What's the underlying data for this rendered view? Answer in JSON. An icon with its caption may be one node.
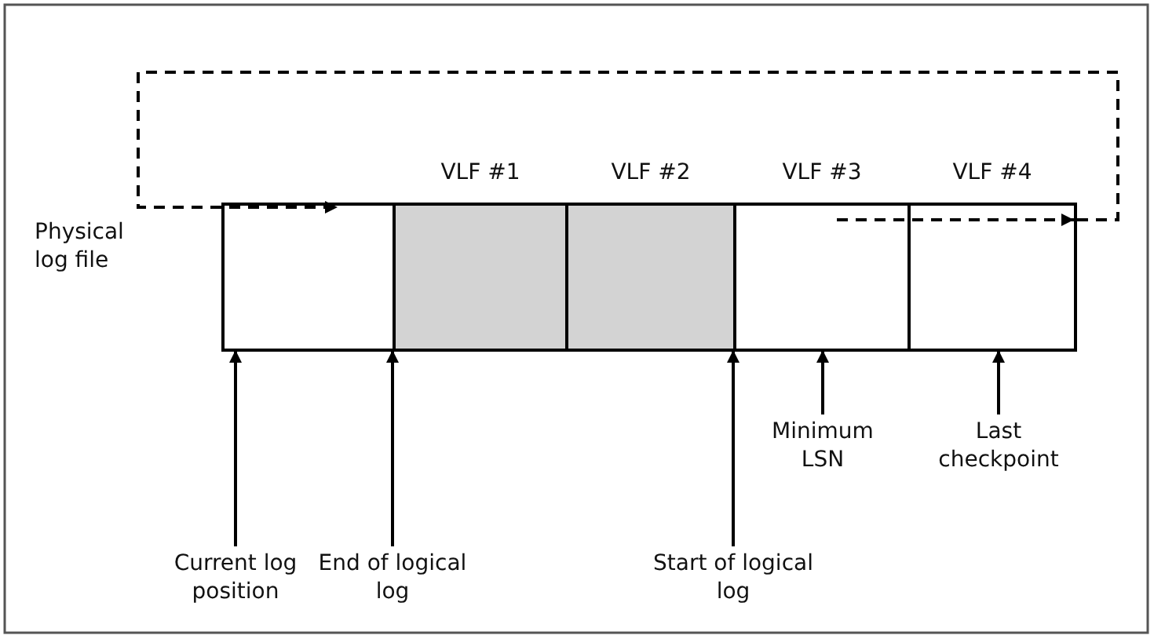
{
  "diagram": {
    "nodes": [
      {
        "text": [],
        "shape": "box"
      },
      {
        "text": [
          "VLF #1"
        ]
      },
      {
        "text": [
          "VLF #2"
        ]
      },
      {
        "text": [
          "VLF #3"
        ]
      },
      {
        "text": [
          "VLF #4"
        ]
      },
      {
        "text": [
          "Current log position"
        ]
      },
      {
        "text": [
          "End of logical log"
        ]
      },
      {
        "text": [
          "Start of logical log"
        ]
      },
      {
        "text": [
          "Minimum LSN"
        ]
      },
      {
        "text": [
          "Last checkpoint"
        ]
      }
    ],
    "edges": [
      {
        "from": 5,
        "to": 0,
        "arrow": "to"
      },
      {
        "from": 6,
        "to": 0,
        "arrow": "to"
      },
      {
        "from": 7,
        "to": 2,
        "arrow": "to"
      },
      {
        "from": 8,
        "to": 3,
        "arrow": "to"
      },
      {
        "from": 9,
        "to": 4,
        "arrow": "to"
      },
      {
        "from": 3,
        "to": 4,
        "arrow": "to",
        "style": "dashed"
      },
      {
        "from": 4,
        "to": 0,
        "arrow": "to",
        "style": "dashed"
      }
    ],
    "labels": [
      "Physical log file"
    ]
  }
}
